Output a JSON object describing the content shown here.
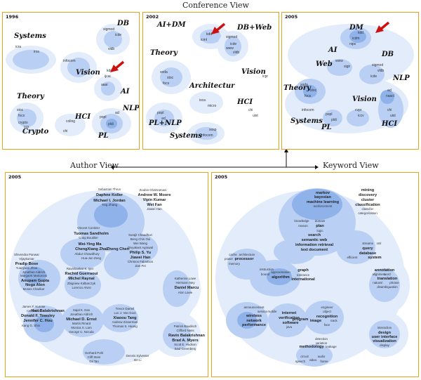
{
  "titles": {
    "conference": "Conference View",
    "author": "Author View",
    "keyword": "Keyword View"
  },
  "colors": {
    "border": "#e8a317",
    "arrow_red": "#cc1111",
    "cluster_light": "#e3ecfb",
    "cluster_mid": "#b9cff3",
    "cluster_dark": "#8fb2ea"
  },
  "panels": {
    "c1996": {
      "year": "1996",
      "labels": [
        {
          "text": "DB"
        },
        {
          "text": "Systems"
        },
        {
          "text": "Vision"
        },
        {
          "text": "AI"
        },
        {
          "text": "Theory"
        },
        {
          "text": "HCI"
        },
        {
          "text": "NLP"
        },
        {
          "text": "Crypto"
        },
        {
          "text": "PL"
        }
      ],
      "words": [
        "sigmod",
        "icde",
        "vldb",
        "icra",
        "iros",
        "infocom",
        "ijcai",
        "aaai",
        "kdd",
        "stoc",
        "focs",
        "chi",
        "popl",
        "pldi",
        "acl",
        "coling",
        "crypto",
        "ccs"
      ]
    },
    "c2002": {
      "year": "2002",
      "labels": [
        {
          "text": "AI+DM"
        },
        {
          "text": "DB+Web"
        },
        {
          "text": "Theory"
        },
        {
          "text": "Vision"
        },
        {
          "text": "Architectur"
        },
        {
          "text": "HCI"
        },
        {
          "text": "PL+NLP"
        },
        {
          "text": "Systems"
        }
      ],
      "words": [
        "sigmod",
        "icde",
        "vldb",
        "www",
        "kdd",
        "icml",
        "icpr",
        "soda",
        "stoc",
        "focs",
        "isca",
        "micro",
        "chi",
        "uist",
        "popl",
        "acl",
        "infocom",
        "sosp"
      ]
    },
    "c2005": {
      "year": "2005",
      "labels": [
        {
          "text": "DM"
        },
        {
          "text": "AI"
        },
        {
          "text": "DB"
        },
        {
          "text": "Web"
        },
        {
          "text": "NLP"
        },
        {
          "text": "Theory"
        },
        {
          "text": "Vision"
        },
        {
          "text": "Systems"
        },
        {
          "text": "PL"
        },
        {
          "text": "HCI"
        }
      ],
      "words": [
        "kdd",
        "icdm",
        "nips",
        "sigmod",
        "vldb",
        "icde",
        "www",
        "sigir",
        "acl",
        "naacl",
        "soda",
        "stoc",
        "focs",
        "cvpr",
        "iccv",
        "infocom",
        "popl",
        "pldi",
        "chi",
        "uist"
      ]
    },
    "author": {
      "year": "2005",
      "names": [
        {
          "text": "Sebastian Thrun",
          "bold": false
        },
        {
          "text": "Daphne Koller",
          "bold": true
        },
        {
          "text": "Michael I. Jordan",
          "bold": true
        },
        {
          "text": "Ting Zhang",
          "bold": false
        },
        {
          "text": "Zoubin Ghahramani",
          "bold": false
        },
        {
          "text": "Andrew W. Moore",
          "bold": true
        },
        {
          "text": "Vipin Kumar",
          "bold": true
        },
        {
          "text": "Wei Fan",
          "bold": true
        },
        {
          "text": "Jiawei Han",
          "bold": false
        },
        {
          "text": "Vincent Conitzer",
          "bold": false
        },
        {
          "text": "Tuomas Sandholm",
          "bold": true
        },
        {
          "text": "Craig Boutilier",
          "bold": false
        },
        {
          "text": "Wei-Ying Ma",
          "bold": true
        },
        {
          "text": "ChengXiang Zhai",
          "bold": true
        },
        {
          "text": "Abdur Chowdhury",
          "bold": false
        },
        {
          "text": "Zheng Chen",
          "bold": true
        },
        {
          "text": "Hua-Jun Zeng",
          "bold": false
        },
        {
          "text": "Surajit Chaudhuri",
          "bold": false
        },
        {
          "text": "Beng Chin Ooi",
          "bold": false
        },
        {
          "text": "Wei Wang",
          "bold": false
        },
        {
          "text": "Divyakant Agrawal",
          "bold": false
        },
        {
          "text": "Philip S. Yu",
          "bold": true
        },
        {
          "text": "Jiawei Han",
          "bold": true
        },
        {
          "text": "Christos Faloutsos",
          "bold": false
        },
        {
          "text": "Jian Pei",
          "bold": false
        },
        {
          "text": "Shivendra Panwar",
          "bold": false
        },
        {
          "text": "Vijaykumar",
          "bold": false
        },
        {
          "text": "Pradip Bose",
          "bold": true
        },
        {
          "text": "Yuanyuan Zhou",
          "bold": false
        },
        {
          "text": "Jonathan Aldrich",
          "bold": false
        },
        {
          "text": "Margaret Martonosi",
          "bold": false
        },
        {
          "text": "Anupam Gupta",
          "bold": true
        },
        {
          "text": "Noga Alon",
          "bold": true
        },
        {
          "text": "Moses Charikar",
          "bold": false
        },
        {
          "text": "Ravishankar K. Iyer",
          "bold": false
        },
        {
          "text": "Rachid Guerraoui",
          "bold": true
        },
        {
          "text": "Michel Raynal",
          "bold": true
        },
        {
          "text": "Zbigniew Kalbarczyk",
          "bold": false
        },
        {
          "text": "Lorenzo Alvisi",
          "bold": false
        },
        {
          "text": "Katherine Lowe",
          "bold": false
        },
        {
          "text": "Hermann Ney",
          "bold": false
        },
        {
          "text": "Daniel Marcu",
          "bold": true
        },
        {
          "text": "Alon Lavie",
          "bold": false
        },
        {
          "text": "James F. Kurose",
          "bold": false
        },
        {
          "text": "Ion Stoica",
          "bold": false
        },
        {
          "text": "Hari Balakrishnan",
          "bold": true
        },
        {
          "text": "Donald F. Towsley",
          "bold": true
        },
        {
          "text": "Jennifer C. Hou",
          "bold": true
        },
        {
          "text": "Kang G. Shin",
          "bold": false
        },
        {
          "text": "Sajal K. Das",
          "bold": false
        },
        {
          "text": "Jonathan Aldrich",
          "bold": false
        },
        {
          "text": "Michael D. Ernst",
          "bold": true
        },
        {
          "text": "Martin Rinard",
          "bold": false
        },
        {
          "text": "Monica S. Lam",
          "bold": false
        },
        {
          "text": "George C. Necula",
          "bold": false
        },
        {
          "text": "Trevor Darrell",
          "bold": false
        },
        {
          "text": "Luc J. Van Gool",
          "bold": false
        },
        {
          "text": "Xiaoou Tang",
          "bold": true
        },
        {
          "text": "Andrew Zisserman",
          "bold": false
        },
        {
          "text": "Thomas S. Huang",
          "bold": false
        },
        {
          "text": "Patrick Baudisch",
          "bold": false
        },
        {
          "text": "Clifford Nass",
          "bold": false
        },
        {
          "text": "Ravin Balakrishnan",
          "bold": true
        },
        {
          "text": "Brad A. Myers",
          "bold": true
        },
        {
          "text": "Scott E. Hudson",
          "bold": false
        },
        {
          "text": "Saul Greenberg",
          "bold": false
        },
        {
          "text": "Gerhard Pohl",
          "bold": false
        },
        {
          "text": "Cliff Stein",
          "bold": false
        },
        {
          "text": "Gil Tan",
          "bold": false
        },
        {
          "text": "Dennis Sylvester",
          "bold": false
        },
        {
          "text": "Xin Li",
          "bold": false
        }
      ]
    },
    "keyword": {
      "year": "2005",
      "words": [
        {
          "text": "markov",
          "bold": true
        },
        {
          "text": "bayesian",
          "bold": true
        },
        {
          "text": "machine learning",
          "bold": true
        },
        {
          "text": "reinforcement",
          "bold": false
        },
        {
          "text": "mining",
          "bold": true
        },
        {
          "text": "discovery",
          "bold": true
        },
        {
          "text": "cluster",
          "bold": true
        },
        {
          "text": "classification",
          "bold": true
        },
        {
          "text": "classifier",
          "bold": false
        },
        {
          "text": "categorization",
          "bold": false
        },
        {
          "text": "knowledge",
          "bold": false
        },
        {
          "text": "domain",
          "bold": false
        },
        {
          "text": "plan",
          "bold": true
        },
        {
          "text": "reason",
          "bold": false
        },
        {
          "text": "logic",
          "bold": false
        },
        {
          "text": "search",
          "bold": true
        },
        {
          "text": "semantic web",
          "bold": true
        },
        {
          "text": "information retrieval",
          "bold": true
        },
        {
          "text": "text document",
          "bold": true
        },
        {
          "text": "streams",
          "bold": false
        },
        {
          "text": "xml",
          "bold": false
        },
        {
          "text": "query",
          "bold": true
        },
        {
          "text": "database",
          "bold": true
        },
        {
          "text": "efficient",
          "bold": false
        },
        {
          "text": "system",
          "bold": true
        },
        {
          "text": "cache",
          "bold": false
        },
        {
          "text": "architecture",
          "bold": false
        },
        {
          "text": "power",
          "bold": false
        },
        {
          "text": "processor",
          "bold": true
        },
        {
          "text": "memory",
          "bold": false
        },
        {
          "text": "instruction",
          "bold": false
        },
        {
          "text": "bound",
          "bold": false
        },
        {
          "text": "approximation",
          "bold": false
        },
        {
          "text": "algorithm",
          "bold": true
        },
        {
          "text": "graph",
          "bold": true
        },
        {
          "text": "tolerance",
          "bold": false
        },
        {
          "text": "international",
          "bold": true
        },
        {
          "text": "announcement",
          "bold": false
        },
        {
          "text": "service",
          "bold": false
        },
        {
          "text": "mobile",
          "bold": false
        },
        {
          "text": "wireless",
          "bold": true
        },
        {
          "text": "network",
          "bold": true
        },
        {
          "text": "performance",
          "bold": true
        },
        {
          "text": "internet",
          "bold": true
        },
        {
          "text": "verification",
          "bold": true
        },
        {
          "text": "software",
          "bold": true
        },
        {
          "text": "program",
          "bold": true
        },
        {
          "text": "java",
          "bold": false
        },
        {
          "text": "engineer",
          "bold": false
        },
        {
          "text": "object",
          "bold": false
        },
        {
          "text": "recognition",
          "bold": true
        },
        {
          "text": "image",
          "bold": true
        },
        {
          "text": "track",
          "bold": false
        },
        {
          "text": "face",
          "bold": false
        },
        {
          "text": "detection",
          "bold": false
        },
        {
          "text": "variation",
          "bold": false
        },
        {
          "text": "methodology",
          "bold": true
        },
        {
          "text": "leakage",
          "bold": false
        },
        {
          "text": "circuit",
          "bold": false
        },
        {
          "text": "video",
          "bold": false
        },
        {
          "text": "audio",
          "bold": false
        },
        {
          "text": "speech",
          "bold": false
        },
        {
          "text": "frame",
          "bold": false
        },
        {
          "text": "annotation",
          "bold": true
        },
        {
          "text": "alignment",
          "bold": false
        },
        {
          "text": "word",
          "bold": false
        },
        {
          "text": "translation",
          "bold": true
        },
        {
          "text": "natural",
          "bold": false
        },
        {
          "text": "phrase",
          "bold": false
        },
        {
          "text": "disambiguation",
          "bold": false
        },
        {
          "text": "interaction",
          "bold": false
        },
        {
          "text": "design",
          "bold": true
        },
        {
          "text": "user interface",
          "bold": true
        },
        {
          "text": "visualization",
          "bold": true
        },
        {
          "text": "display",
          "bold": false
        }
      ]
    }
  }
}
